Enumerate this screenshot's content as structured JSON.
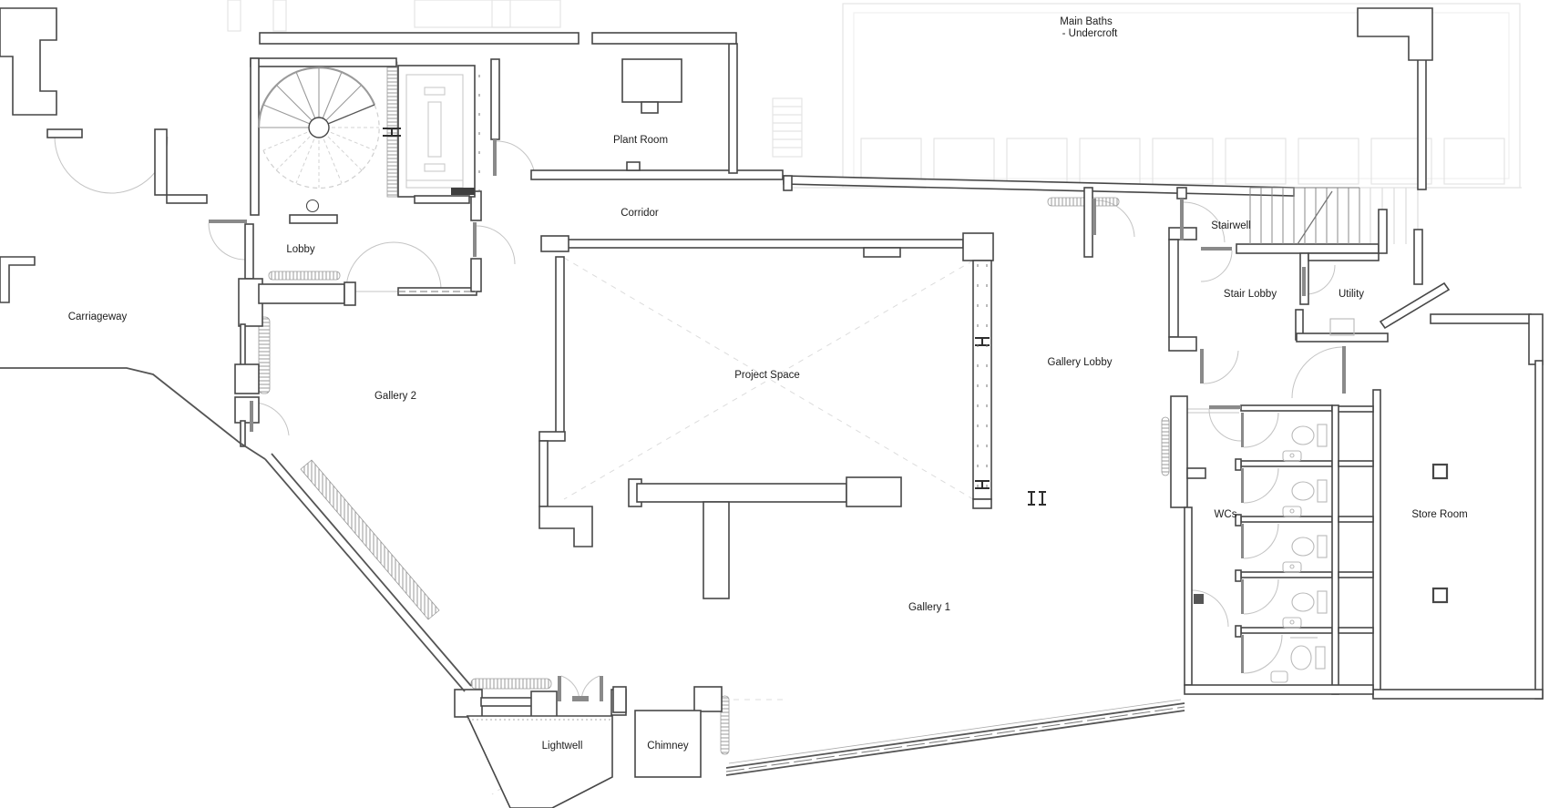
{
  "drawing": {
    "type": "architectural floor plan",
    "level": "undercroft / gallery level"
  },
  "rooms": {
    "main_baths": {
      "line1": "Main Baths",
      "line2": "- Undercroft"
    },
    "plant_room": "Plant Room",
    "corridor": "Corridor",
    "lobby": "Lobby",
    "carriageway": "Carriageway",
    "gallery_2": "Gallery 2",
    "project_space": "Project Space",
    "gallery_lobby": "Gallery Lobby",
    "stairwell": "Stairwell",
    "stair_lobby": "Stair Lobby",
    "utility": "Utility",
    "wcs": "WCs",
    "store_room": "Store Room",
    "gallery_1": "Gallery 1",
    "lightwell": "Lightwell",
    "chimney": "Chimney"
  },
  "colors": {
    "background": "#ffffff",
    "walls": "#474747",
    "fixtures": "#b9b9b9",
    "ghost": "#e4e4e4",
    "dashes": "#dcdcdc",
    "text": "#1c1c1c"
  },
  "symbols": [
    "spiral-stair",
    "lift",
    "straight-stair",
    "wc-stalls",
    "door-swings",
    "i-beam-columns",
    "glazed-screen",
    "radiator-hatching",
    "dashed-void-cross"
  ]
}
